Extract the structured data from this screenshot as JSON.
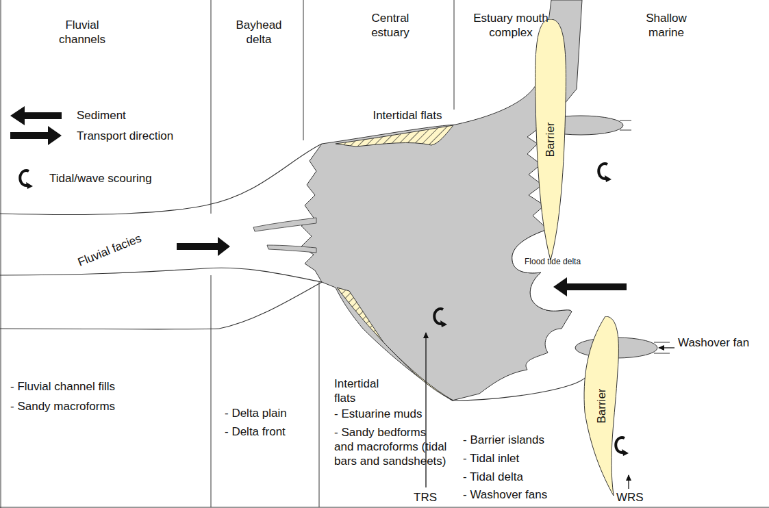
{
  "diagram": {
    "nodes": [
      {
        "text": [
          "Barrier"
        ]
      },
      {
        "text": [
          "Barrier"
        ]
      }
    ],
    "labels": [
      "Fluvial channels",
      "Bayhead delta",
      "Central estuary",
      "Estuary mouth complex",
      "Shallow marine",
      "Intertidal flats",
      "Intertidal flats",
      "Fluvial facies",
      "Flood tide delta",
      "Washover fan",
      "TRS",
      "WRS",
      "- Fluvial channel fills",
      "- Sandy macroforms",
      "- Delta plain",
      "- Delta front",
      "- Estuarine muds",
      "- Sandy bedforms and macroforms (tidal bars and sandsheets)",
      "- Barrier islands",
      "- Tidal inlet",
      "- Tidal delta",
      "- Washover fans"
    ],
    "legend": [
      {
        "text": "Sediment"
      },
      {
        "text": "Transport direction"
      },
      {
        "text": "Tidal/wave scouring"
      }
    ]
  }
}
